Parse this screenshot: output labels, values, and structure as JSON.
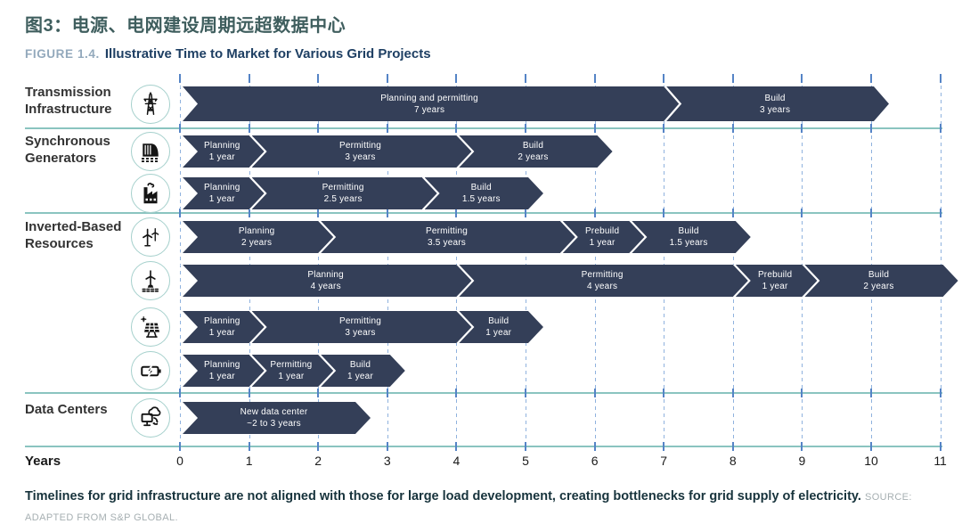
{
  "page": {
    "title_zh": "图3：电源、电网建设周期远超数据中心",
    "figure_label": "FIGURE 1.4.",
    "figure_title": "Illustrative Time to Market for Various Grid Projects"
  },
  "axis": {
    "label": "Years"
  },
  "caption": {
    "text": "Timelines for grid infrastructure are not aligned with those for large load development, creating bottlenecks for grid supply of electricity.",
    "source": "SOURCE: ADAPTED FROM S&P GLOBAL."
  },
  "colors": {
    "bar": "#343F58",
    "divider_teal": "#8AC4C0",
    "gridline_blue": "#8FB2DE",
    "tick_blue": "#5584C6",
    "figure_title_navy": "#1E3F63",
    "zh_title_teal": "#3F5E5E"
  },
  "chart_data": {
    "type": "bar",
    "subtype": "gantt-timeline",
    "title": "Illustrative Time to Market for Various Grid Projects",
    "xlabel": "Years",
    "xlim": [
      0,
      11
    ],
    "x_ticks": [
      0,
      1,
      2,
      3,
      4,
      5,
      6,
      7,
      8,
      9,
      10,
      11
    ],
    "grid": "dashed-vertical",
    "groups": [
      {
        "label": "Transmission Infrastructure"
      },
      {
        "label": "Synchronous Generators"
      },
      {
        "label": "Inverted-Based Resources"
      },
      {
        "label": "Data Centers"
      }
    ],
    "rows": [
      {
        "group": "Transmission Infrastructure",
        "icon": "transmission-tower-icon",
        "segments": [
          {
            "phase": "Planning and permitting",
            "duration": "7 years",
            "start": 0,
            "end": 7
          },
          {
            "phase": "Build",
            "duration": "3 years",
            "start": 7,
            "end": 10
          }
        ]
      },
      {
        "group": "Synchronous Generators",
        "icon": "hydro-plant-icon",
        "segments": [
          {
            "phase": "Planning",
            "duration": "1 year",
            "start": 0,
            "end": 1
          },
          {
            "phase": "Permitting",
            "duration": "3 years",
            "start": 1,
            "end": 4
          },
          {
            "phase": "Build",
            "duration": "2 years",
            "start": 4,
            "end": 6
          }
        ]
      },
      {
        "group": "Synchronous Generators",
        "icon": "fossil-plant-icon",
        "segments": [
          {
            "phase": "Planning",
            "duration": "1 year",
            "start": 0,
            "end": 1
          },
          {
            "phase": "Permitting",
            "duration": "2.5 years",
            "start": 1,
            "end": 3.5
          },
          {
            "phase": "Build",
            "duration": "1.5 years",
            "start": 3.5,
            "end": 5
          }
        ]
      },
      {
        "group": "Inverted-Based Resources",
        "icon": "onshore-wind-icon",
        "segments": [
          {
            "phase": "Planning",
            "duration": "2 years",
            "start": 0,
            "end": 2
          },
          {
            "phase": "Permitting",
            "duration": "3.5 years",
            "start": 2,
            "end": 5.5
          },
          {
            "phase": "Prebuild",
            "duration": "1 year",
            "start": 5.5,
            "end": 6.5
          },
          {
            "phase": "Build",
            "duration": "1.5 years",
            "start": 6.5,
            "end": 8
          }
        ]
      },
      {
        "group": "Inverted-Based Resources",
        "icon": "offshore-wind-icon",
        "segments": [
          {
            "phase": "Planning",
            "duration": "4 years",
            "start": 0,
            "end": 4
          },
          {
            "phase": "Permitting",
            "duration": "4 years",
            "start": 4,
            "end": 8
          },
          {
            "phase": "Prebuild",
            "duration": "1 year",
            "start": 8,
            "end": 9
          },
          {
            "phase": "Build",
            "duration": "2 years",
            "start": 9,
            "end": 11
          }
        ]
      },
      {
        "group": "Inverted-Based Resources",
        "icon": "solar-panel-icon",
        "segments": [
          {
            "phase": "Planning",
            "duration": "1 year",
            "start": 0,
            "end": 1
          },
          {
            "phase": "Permitting",
            "duration": "3 years",
            "start": 1,
            "end": 4
          },
          {
            "phase": "Build",
            "duration": "1 year",
            "start": 4,
            "end": 5
          }
        ]
      },
      {
        "group": "Inverted-Based Resources",
        "icon": "battery-storage-icon",
        "segments": [
          {
            "phase": "Planning",
            "duration": "1 year",
            "start": 0,
            "end": 1
          },
          {
            "phase": "Permitting",
            "duration": "1 year",
            "start": 1,
            "end": 2
          },
          {
            "phase": "Build",
            "duration": "1 year",
            "start": 2,
            "end": 3
          }
        ]
      },
      {
        "group": "Data Centers",
        "icon": "data-center-icon",
        "segments": [
          {
            "phase": "New data center",
            "duration": "~2 to 3 years",
            "start": 0,
            "end": 2.5
          }
        ]
      }
    ]
  }
}
